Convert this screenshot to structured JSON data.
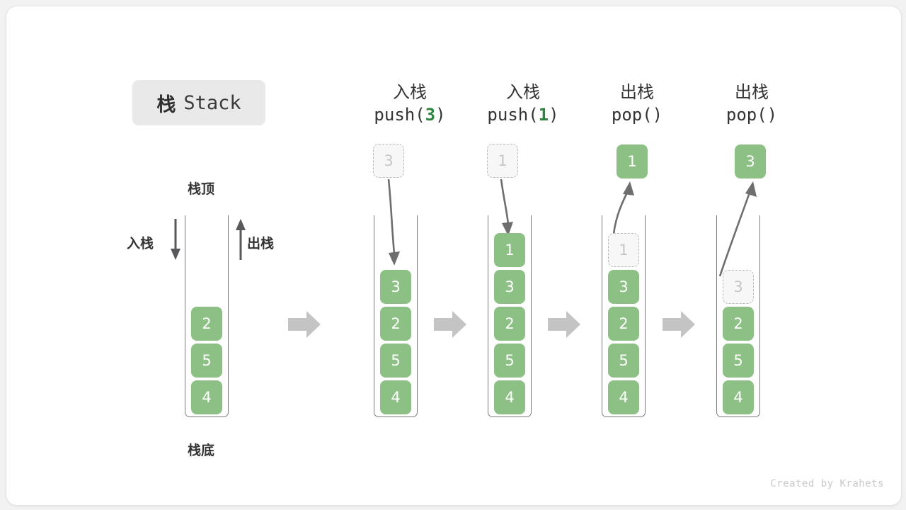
{
  "title": {
    "zh": "栈",
    "en": "Stack"
  },
  "labels": {
    "top": "栈顶",
    "bottom": "栈底",
    "push": "入栈",
    "pop": "出栈"
  },
  "initial_stack": {
    "name": "initial",
    "cells": [
      {
        "value": "2",
        "state": "solid"
      },
      {
        "value": "5",
        "state": "solid"
      },
      {
        "value": "4",
        "state": "solid"
      }
    ]
  },
  "steps": [
    {
      "op_zh": "入栈",
      "op_code_prefix": "push(",
      "op_code_arg": "3",
      "op_code_suffix": ")",
      "chip": {
        "value": "3",
        "state": "ghost"
      },
      "arrow": "down",
      "cells": [
        {
          "value": "3",
          "state": "solid"
        },
        {
          "value": "2",
          "state": "solid"
        },
        {
          "value": "5",
          "state": "solid"
        },
        {
          "value": "4",
          "state": "solid"
        }
      ]
    },
    {
      "op_zh": "入栈",
      "op_code_prefix": "push(",
      "op_code_arg": "1",
      "op_code_suffix": ")",
      "chip": {
        "value": "1",
        "state": "ghost"
      },
      "arrow": "down",
      "cells": [
        {
          "value": "1",
          "state": "solid"
        },
        {
          "value": "3",
          "state": "solid"
        },
        {
          "value": "2",
          "state": "solid"
        },
        {
          "value": "5",
          "state": "solid"
        },
        {
          "value": "4",
          "state": "solid"
        }
      ]
    },
    {
      "op_zh": "出栈",
      "op_code_prefix": "pop(",
      "op_code_arg": "",
      "op_code_suffix": ")",
      "chip": {
        "value": "1",
        "state": "solid"
      },
      "arrow": "up",
      "cells": [
        {
          "value": "1",
          "state": "ghost"
        },
        {
          "value": "3",
          "state": "solid"
        },
        {
          "value": "2",
          "state": "solid"
        },
        {
          "value": "5",
          "state": "solid"
        },
        {
          "value": "4",
          "state": "solid"
        }
      ]
    },
    {
      "op_zh": "出栈",
      "op_code_prefix": "pop(",
      "op_code_arg": "",
      "op_code_suffix": ")",
      "chip": {
        "value": "3",
        "state": "solid"
      },
      "arrow": "up",
      "cells": [
        {
          "value": "3",
          "state": "ghost"
        },
        {
          "value": "2",
          "state": "solid"
        },
        {
          "value": "5",
          "state": "solid"
        },
        {
          "value": "4",
          "state": "solid"
        }
      ]
    }
  ],
  "footer": "Created by Krahets",
  "colors": {
    "accent_green": "#8cc084",
    "code_arg_green": "#2e8540",
    "ghost_gray": "#c6c6c6",
    "arrow_gray": "#c4c4c4",
    "stroke_gray": "#7a7a7a",
    "badge_bg": "#e9e9e9"
  }
}
